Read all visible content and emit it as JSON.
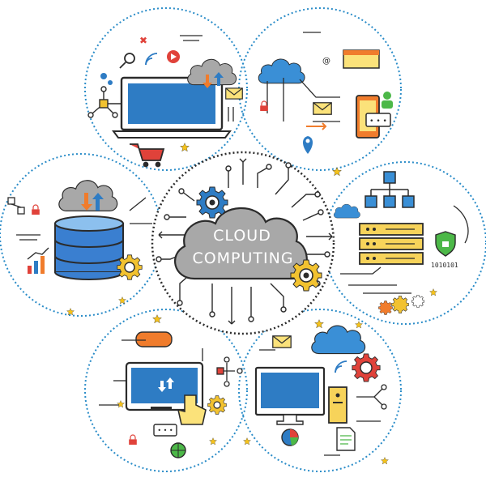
{
  "title": {
    "line1": "CLOUD",
    "line2": "COMPUTING"
  },
  "binary_text": "1010101",
  "colors": {
    "dotted_ring": "#2a8cc8",
    "center_ring": "#2b2b2b",
    "outline": "#2b2b2b",
    "screen_blue": "#2e7cc4",
    "cloud_gray": "#a8a8a8",
    "cloud_blue": "#3a8fd6",
    "gear_yellow": "#f2c230",
    "gear_red": "#e0423a",
    "accent_orange": "#f07c2c",
    "envelope_yellow": "#fbe27a",
    "server_yellow": "#f7d35a",
    "db_blue": "#3a7fd0",
    "shield_green": "#4cb848",
    "star_yellow": "#f5c21b"
  },
  "icons": [
    "cloud-icon",
    "gear-icon",
    "laptop-icon",
    "database-icon",
    "server-rack-icon",
    "shield-icon",
    "envelope-icon",
    "shopping-cart-icon",
    "smartphone-icon",
    "location-pin-icon",
    "monitor-icon",
    "desktop-tower-icon",
    "tablet-icon",
    "hand-pointer-icon",
    "globe-icon",
    "padlock-icon",
    "bar-chart-icon",
    "pie-chart-icon",
    "document-icon",
    "chat-bubble-icon",
    "wifi-icon",
    "play-icon",
    "magnifier-icon",
    "hierarchy-icon",
    "upload-download-arrows-icon"
  ]
}
